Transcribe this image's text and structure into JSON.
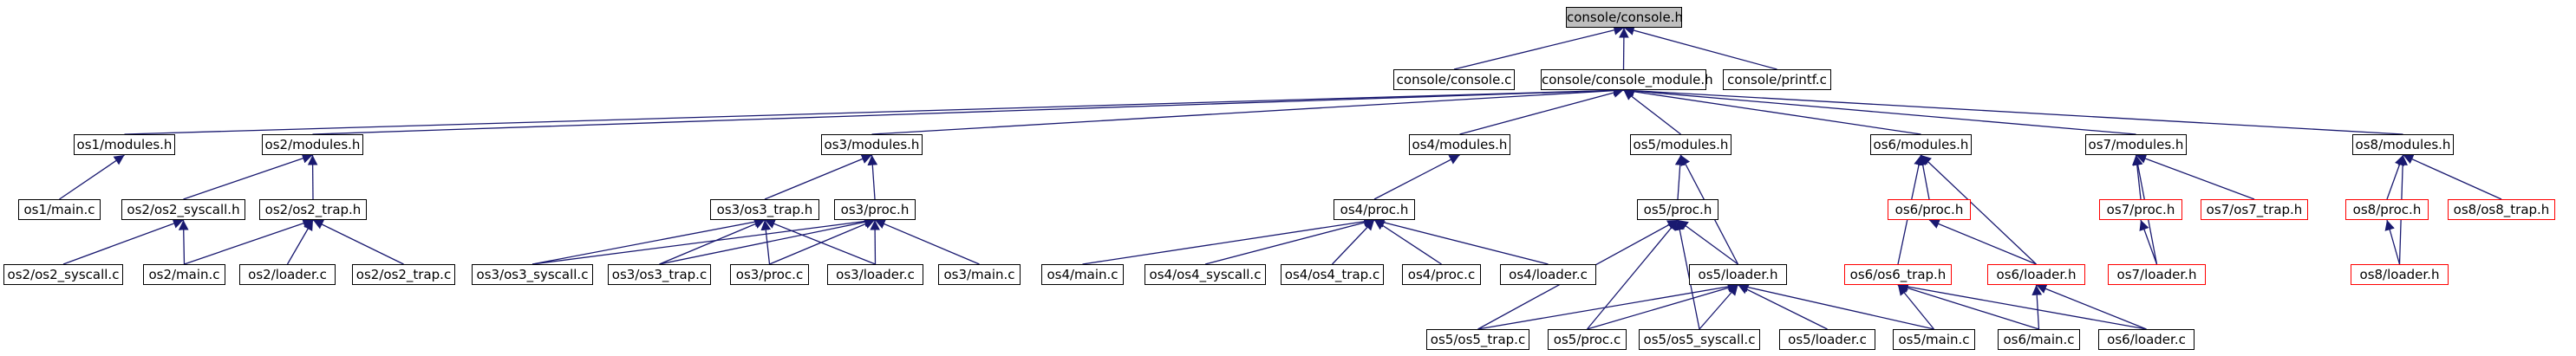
{
  "colors": {
    "edge": "#191970",
    "border": "#000000",
    "missing": "#ff0000",
    "root_fill": "#bfbfbf"
  },
  "nodes": [
    {
      "id": "n-console-h",
      "label": "console/console.h",
      "root": true
    },
    {
      "id": "n-console-c",
      "label": "console/console.c"
    },
    {
      "id": "n-console-module-h",
      "label": "console/console_module.h"
    },
    {
      "id": "n-printf-c",
      "label": "console/printf.c"
    },
    {
      "id": "n-os1-modules",
      "label": "os1/modules.h"
    },
    {
      "id": "n-os2-modules",
      "label": "os2/modules.h"
    },
    {
      "id": "n-os3-modules",
      "label": "os3/modules.h"
    },
    {
      "id": "n-os4-modules",
      "label": "os4/modules.h"
    },
    {
      "id": "n-os5-modules",
      "label": "os5/modules.h"
    },
    {
      "id": "n-os6-modules",
      "label": "os6/modules.h"
    },
    {
      "id": "n-os7-modules",
      "label": "os7/modules.h"
    },
    {
      "id": "n-os8-modules",
      "label": "os8/modules.h"
    },
    {
      "id": "n-os1-main",
      "label": "os1/main.c"
    },
    {
      "id": "n-os2-syscall-h",
      "label": "os2/os2_syscall.h"
    },
    {
      "id": "n-os2-trap-h",
      "label": "os2/os2_trap.h"
    },
    {
      "id": "n-os3-trap-h",
      "label": "os3/os3_trap.h"
    },
    {
      "id": "n-os3-proc-h",
      "label": "os3/proc.h"
    },
    {
      "id": "n-os4-proc-h",
      "label": "os4/proc.h"
    },
    {
      "id": "n-os5-proc-h",
      "label": "os5/proc.h"
    },
    {
      "id": "n-os6-proc-h",
      "label": "os6/proc.h",
      "missing": true
    },
    {
      "id": "n-os7-proc-h",
      "label": "os7/proc.h",
      "missing": true
    },
    {
      "id": "n-os7-trap-h",
      "label": "os7/os7_trap.h",
      "missing": true
    },
    {
      "id": "n-os8-proc-h",
      "label": "os8/proc.h",
      "missing": true
    },
    {
      "id": "n-os8-trap-h",
      "label": "os8/os8_trap.h",
      "missing": true
    },
    {
      "id": "n-os2-syscall-c",
      "label": "os2/os2_syscall.c"
    },
    {
      "id": "n-os2-main",
      "label": "os2/main.c"
    },
    {
      "id": "n-os2-loader",
      "label": "os2/loader.c"
    },
    {
      "id": "n-os2-trap-c",
      "label": "os2/os2_trap.c"
    },
    {
      "id": "n-os3-syscall-c",
      "label": "os3/os3_syscall.c"
    },
    {
      "id": "n-os3-trap-c",
      "label": "os3/os3_trap.c"
    },
    {
      "id": "n-os3-proc-c",
      "label": "os3/proc.c"
    },
    {
      "id": "n-os3-loader",
      "label": "os3/loader.c"
    },
    {
      "id": "n-os3-main",
      "label": "os3/main.c"
    },
    {
      "id": "n-os4-main",
      "label": "os4/main.c"
    },
    {
      "id": "n-os4-syscall-c",
      "label": "os4/os4_syscall.c"
    },
    {
      "id": "n-os4-trap-c",
      "label": "os4/os4_trap.c"
    },
    {
      "id": "n-os4-proc-c",
      "label": "os4/proc.c"
    },
    {
      "id": "n-os4-loader",
      "label": "os4/loader.c"
    },
    {
      "id": "n-os5-loader-h",
      "label": "os5/loader.h"
    },
    {
      "id": "n-os6-trap-h",
      "label": "os6/os6_trap.h",
      "missing": true
    },
    {
      "id": "n-os6-loader-h",
      "label": "os6/loader.h",
      "missing": true
    },
    {
      "id": "n-os7-loader-h",
      "label": "os7/loader.h",
      "missing": true
    },
    {
      "id": "n-os8-loader-h",
      "label": "os8/loader.h",
      "missing": true
    },
    {
      "id": "n-os5-trap-c",
      "label": "os5/os5_trap.c"
    },
    {
      "id": "n-os5-proc-c",
      "label": "os5/proc.c"
    },
    {
      "id": "n-os5-syscall-c",
      "label": "os5/os5_syscall.c"
    },
    {
      "id": "n-os5-loader-c",
      "label": "os5/loader.c"
    },
    {
      "id": "n-os5-main",
      "label": "os5/main.c"
    },
    {
      "id": "n-os6-main",
      "label": "os6/main.c"
    },
    {
      "id": "n-os6-loader-c",
      "label": "os6/loader.c"
    }
  ],
  "edges": [
    [
      "n-console-c",
      "n-console-h"
    ],
    [
      "n-console-module-h",
      "n-console-h"
    ],
    [
      "n-printf-c",
      "n-console-h"
    ],
    [
      "n-os1-modules",
      "n-console-module-h"
    ],
    [
      "n-os2-modules",
      "n-console-module-h"
    ],
    [
      "n-os3-modules",
      "n-console-module-h"
    ],
    [
      "n-os4-modules",
      "n-console-module-h"
    ],
    [
      "n-os5-modules",
      "n-console-module-h"
    ],
    [
      "n-os6-modules",
      "n-console-module-h"
    ],
    [
      "n-os7-modules",
      "n-console-module-h"
    ],
    [
      "n-os8-modules",
      "n-console-module-h"
    ],
    [
      "n-os1-main",
      "n-os1-modules"
    ],
    [
      "n-os2-syscall-h",
      "n-os2-modules"
    ],
    [
      "n-os2-trap-h",
      "n-os2-modules"
    ],
    [
      "n-os2-syscall-c",
      "n-os2-syscall-h"
    ],
    [
      "n-os2-main",
      "n-os2-syscall-h"
    ],
    [
      "n-os2-main",
      "n-os2-trap-h"
    ],
    [
      "n-os2-loader",
      "n-os2-trap-h"
    ],
    [
      "n-os2-trap-c",
      "n-os2-trap-h"
    ],
    [
      "n-os3-trap-h",
      "n-os3-modules"
    ],
    [
      "n-os3-proc-h",
      "n-os3-modules"
    ],
    [
      "n-os3-syscall-c",
      "n-os3-trap-h"
    ],
    [
      "n-os3-trap-c",
      "n-os3-trap-h"
    ],
    [
      "n-os3-proc-c",
      "n-os3-trap-h"
    ],
    [
      "n-os3-loader",
      "n-os3-trap-h"
    ],
    [
      "n-os3-syscall-c",
      "n-os3-proc-h"
    ],
    [
      "n-os3-trap-c",
      "n-os3-proc-h"
    ],
    [
      "n-os3-proc-c",
      "n-os3-proc-h"
    ],
    [
      "n-os3-loader",
      "n-os3-proc-h"
    ],
    [
      "n-os3-main",
      "n-os3-proc-h"
    ],
    [
      "n-os4-proc-h",
      "n-os4-modules"
    ],
    [
      "n-os4-main",
      "n-os4-proc-h"
    ],
    [
      "n-os4-syscall-c",
      "n-os4-proc-h"
    ],
    [
      "n-os4-trap-c",
      "n-os4-proc-h"
    ],
    [
      "n-os4-proc-c",
      "n-os4-proc-h"
    ],
    [
      "n-os4-loader",
      "n-os4-proc-h"
    ],
    [
      "n-os5-proc-h",
      "n-os5-modules"
    ],
    [
      "n-os5-loader-h",
      "n-os5-modules"
    ],
    [
      "n-os5-loader-h",
      "n-os5-proc-h"
    ],
    [
      "n-os5-trap-c",
      "n-os5-proc-h"
    ],
    [
      "n-os5-proc-c",
      "n-os5-proc-h"
    ],
    [
      "n-os5-syscall-c",
      "n-os5-proc-h"
    ],
    [
      "n-os5-trap-c",
      "n-os5-loader-h"
    ],
    [
      "n-os5-proc-c",
      "n-os5-loader-h"
    ],
    [
      "n-os5-syscall-c",
      "n-os5-loader-h"
    ],
    [
      "n-os5-loader-c",
      "n-os5-loader-h"
    ],
    [
      "n-os5-main",
      "n-os5-loader-h"
    ],
    [
      "n-os6-proc-h",
      "n-os6-modules"
    ],
    [
      "n-os6-trap-h",
      "n-os6-modules"
    ],
    [
      "n-os6-loader-h",
      "n-os6-modules"
    ],
    [
      "n-os6-loader-h",
      "n-os6-proc-h"
    ],
    [
      "n-os5-main",
      "n-os6-trap-h"
    ],
    [
      "n-os6-main",
      "n-os6-trap-h"
    ],
    [
      "n-os6-loader-c",
      "n-os6-trap-h"
    ],
    [
      "n-os6-main",
      "n-os6-loader-h"
    ],
    [
      "n-os6-loader-c",
      "n-os6-loader-h"
    ],
    [
      "n-os7-proc-h",
      "n-os7-modules"
    ],
    [
      "n-os7-trap-h",
      "n-os7-modules"
    ],
    [
      "n-os7-loader-h",
      "n-os7-modules"
    ],
    [
      "n-os7-loader-h",
      "n-os7-proc-h"
    ],
    [
      "n-os8-proc-h",
      "n-os8-modules"
    ],
    [
      "n-os8-trap-h",
      "n-os8-modules"
    ],
    [
      "n-os8-loader-h",
      "n-os8-modules"
    ],
    [
      "n-os8-loader-h",
      "n-os8-proc-h"
    ]
  ]
}
